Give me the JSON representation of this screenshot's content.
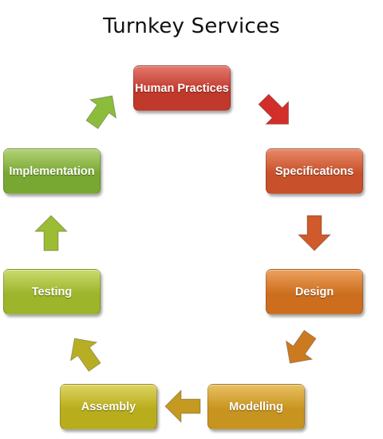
{
  "title": "Turnkey Services",
  "steps": [
    {
      "label": "Human Practices",
      "color": "#c0392b",
      "light": "#e4776d"
    },
    {
      "label": "Specifications",
      "color": "#c8502a",
      "light": "#e88866"
    },
    {
      "label": "Design",
      "color": "#cc6e1e",
      "light": "#eda15e"
    },
    {
      "label": "Modelling",
      "color": "#c89420",
      "light": "#e9c062"
    },
    {
      "label": "Assembly",
      "color": "#b8ad1c",
      "light": "#ddd462"
    },
    {
      "label": "Testing",
      "color": "#9cb52a",
      "light": "#cadb6e"
    },
    {
      "label": "Implementation",
      "color": "#79a832",
      "light": "#b3d276"
    }
  ],
  "arrow_colors": [
    "#d22f2a",
    "#d05a2c",
    "#cb7a22",
    "#c59a22",
    "#b8ae24",
    "#9cbc34",
    "#8cbc3c"
  ]
}
